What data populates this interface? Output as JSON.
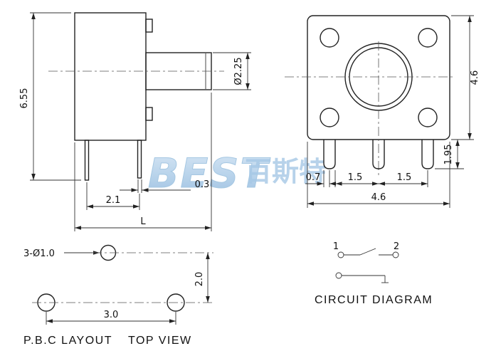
{
  "watermark": {
    "brand": "BEST",
    "brand_cjk": "百斯特",
    "color": "#a6c8e6"
  },
  "side_view": {
    "dim_height": "6.55",
    "dim_shaft_diameter": "Ø2.25",
    "dim_pin_offset": "0.3",
    "dim_pin_pitch": "2.1",
    "dim_length": "L"
  },
  "front_view": {
    "dim_body_height": "4.6",
    "dim_pin_length": "1.95",
    "dim_pin_width": "0.7",
    "dim_pitch_left": "1.5",
    "dim_pitch_right": "1.5",
    "dim_body_width": "4.6"
  },
  "pcb_layout": {
    "hole_note": "3-Ø1.0",
    "dim_vertical": "2.0",
    "dim_horizontal": "3.0",
    "title": "P.B.C LAYOUT",
    "subtitle": "TOP VIEW"
  },
  "circuit": {
    "pin1_label": "1",
    "pin2_label": "2",
    "title": "CIRCUIT DIAGRAM"
  },
  "colors": {
    "line": "#222222"
  }
}
